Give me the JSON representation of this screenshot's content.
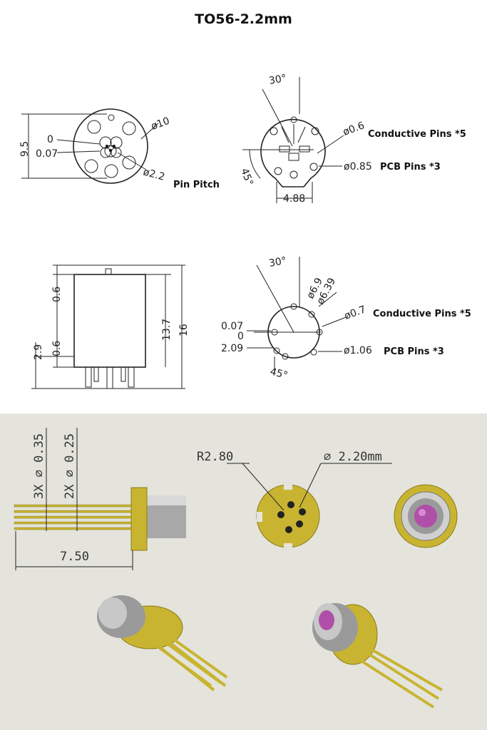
{
  "title": "TO56-2.2mm",
  "top_left": {
    "d_outer": "ø10",
    "height": "9.5",
    "off0": "0",
    "off007": "0.07",
    "pitch_dim": "ø2.2",
    "pitch_label": "Pin Pitch"
  },
  "top_right": {
    "angle_top": "30°",
    "d_pin": "ø0.6",
    "conductive_label": "Conductive Pins *5",
    "d_pcb": "ø0.85",
    "pcb_label": "PCB Pins *3",
    "angle_side": "45°",
    "width": "4.88"
  },
  "mid_left": {
    "top_dim": "0.6",
    "low_dim": "0.6",
    "base_dim": "2.9",
    "height1": "13.7",
    "height2": "16"
  },
  "mid_right": {
    "angle_top": "30°",
    "d1": "ø6.9",
    "d2": "ø6.39",
    "d_pin": "ø0.7",
    "conductive_label": "Conductive Pins *5",
    "off007": "0.07",
    "off0": "0",
    "off209": "2.09",
    "d_pcb": "ø1.06",
    "pcb_label": "PCB Pins *3",
    "angle_side": "45°"
  },
  "render": {
    "pin_small": "3X ⌀ 0.35",
    "pin_large": "2X ⌀ 0.25",
    "length": "7.50",
    "radius": "R2.80",
    "pitch": "⌀ 2.20mm"
  },
  "colors": {
    "gold": "#c9b431",
    "gold_dark": "#8a7a18",
    "panel": "#e4e4dc",
    "lens": "#b04fa8",
    "can": "#9a9a9a"
  }
}
